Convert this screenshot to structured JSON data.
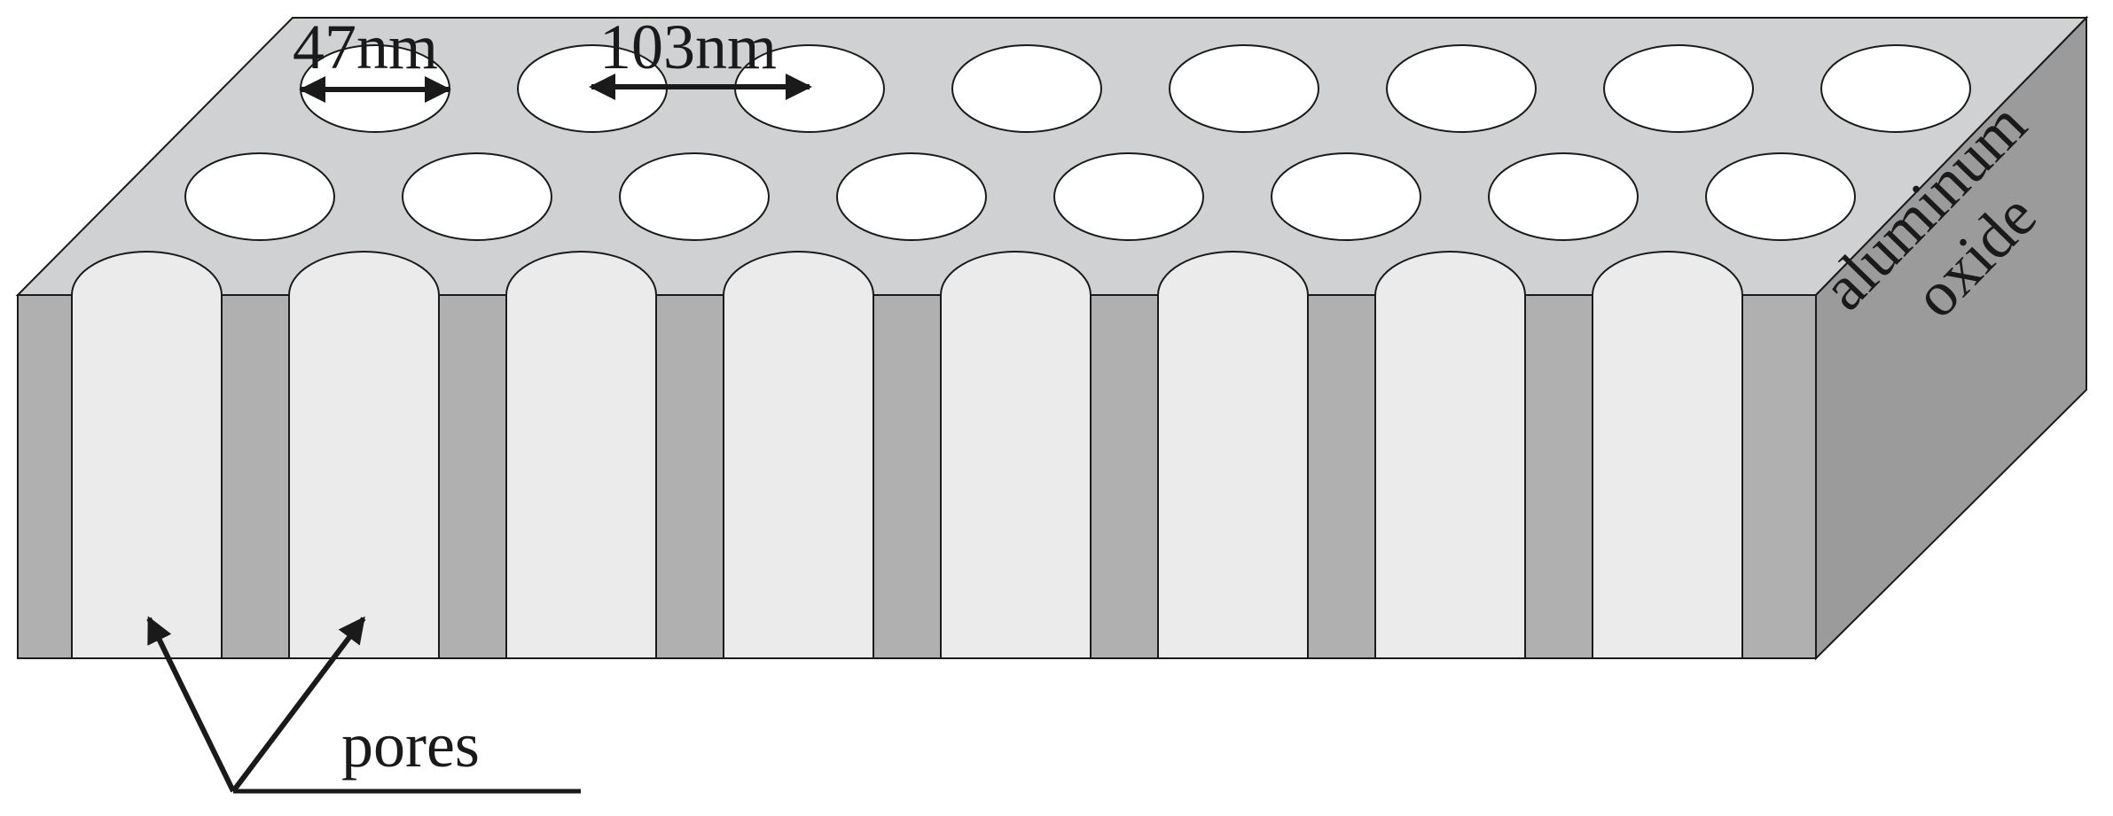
{
  "labels": {
    "pore_diameter": "47nm",
    "pore_spacing": "103nm",
    "material_line1": "aluminum",
    "material_line2": "oxide",
    "pores": "pores"
  },
  "structure": {
    "top_rows": 2,
    "pores_per_row": 8,
    "front_pore_count": 8
  },
  "colors": {
    "top_face": "#cfd1d2",
    "side_face": "#9b9b9b",
    "front_wall": "#b0b0b0",
    "pore_channel": "#ebebeb",
    "pore_opening": "#ffffff",
    "outline": "#1a1a1a"
  }
}
